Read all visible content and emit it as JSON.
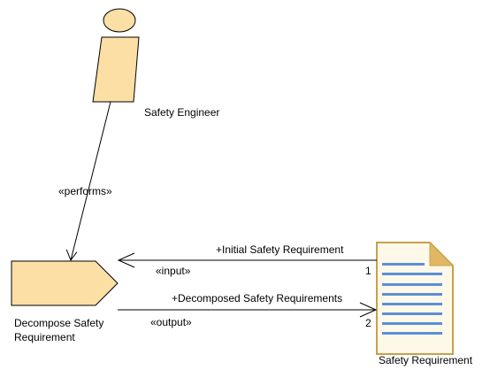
{
  "colors": {
    "element_fill": "#FBDFA5",
    "document_fill": "#FEF8E8",
    "document_border": "#C8A04A",
    "document_lines": "#5B8FD6",
    "outline": "#000000"
  },
  "nodes": {
    "role": {
      "label": "Safety Engineer",
      "icon": "role-icon"
    },
    "activity": {
      "label_line1": "Decompose Safety",
      "label_line2": "Requirement",
      "icon": "activity-pentagon-icon"
    },
    "artifact": {
      "label": "Safety Requirement",
      "icon": "document-icon"
    }
  },
  "edges": {
    "performs": {
      "stereotype": "«performs»"
    },
    "input": {
      "stereotype": "«input»",
      "role": "+Initial Safety Requirement",
      "multiplicity": "1"
    },
    "output": {
      "stereotype": "«output»",
      "role": "+Decomposed Safety Requirements",
      "multiplicity": "2"
    }
  }
}
